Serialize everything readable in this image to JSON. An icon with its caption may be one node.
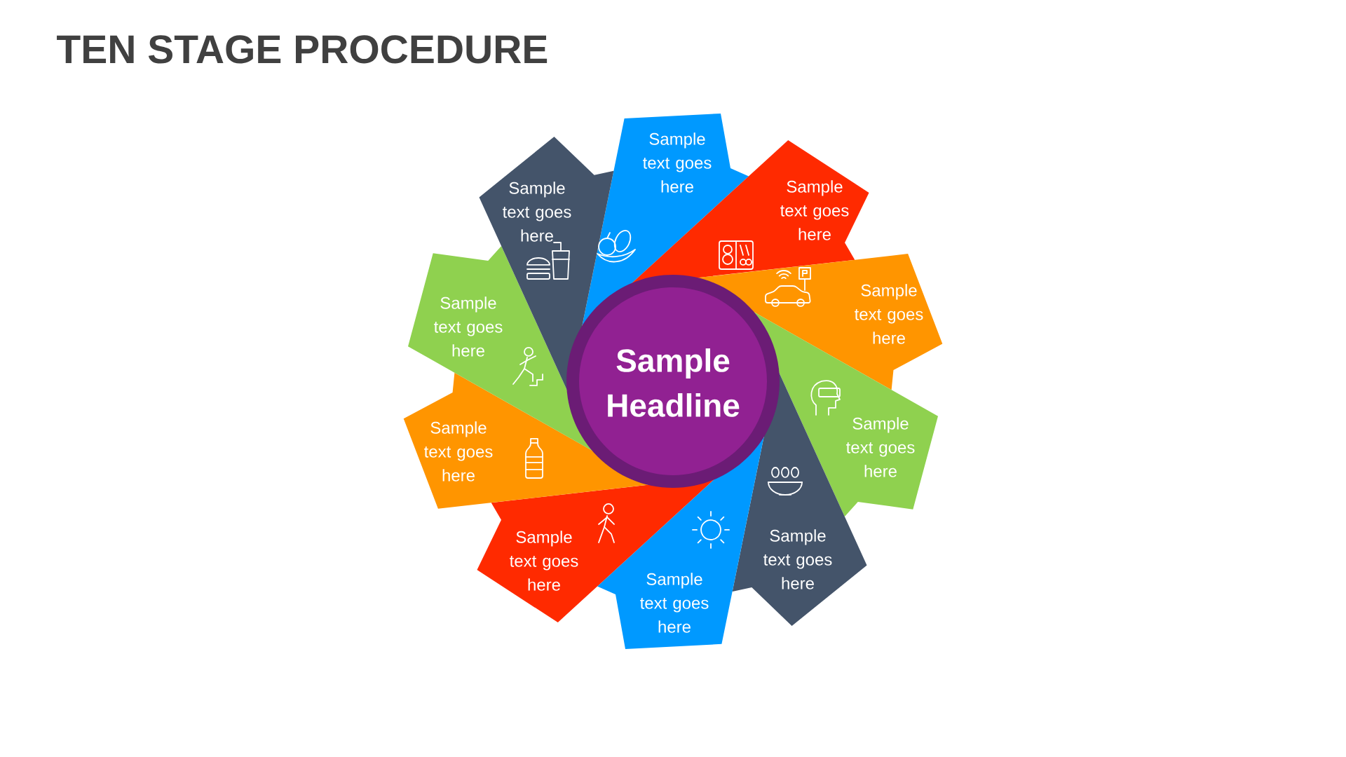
{
  "diagram": {
    "title": "TEN STAGE PROCEDURE",
    "nodes": [
      {
        "text": [
          "Sample Headline"
        ]
      },
      {
        "text": [
          "Sample text goes here"
        ]
      },
      {
        "text": [
          "Sample text goes here"
        ]
      },
      {
        "text": [
          "Sample text goes here"
        ]
      },
      {
        "text": [
          "Sample text goes here"
        ]
      },
      {
        "text": [
          "Sample text goes here"
        ]
      },
      {
        "text": [
          "Sample text goes here"
        ]
      },
      {
        "text": [
          "Sample text goes here"
        ]
      },
      {
        "text": [
          "Sample text goes here"
        ]
      },
      {
        "text": [
          "Sample text goes here"
        ]
      },
      {
        "text": [
          "Sample text goes here"
        ]
      }
    ]
  }
}
